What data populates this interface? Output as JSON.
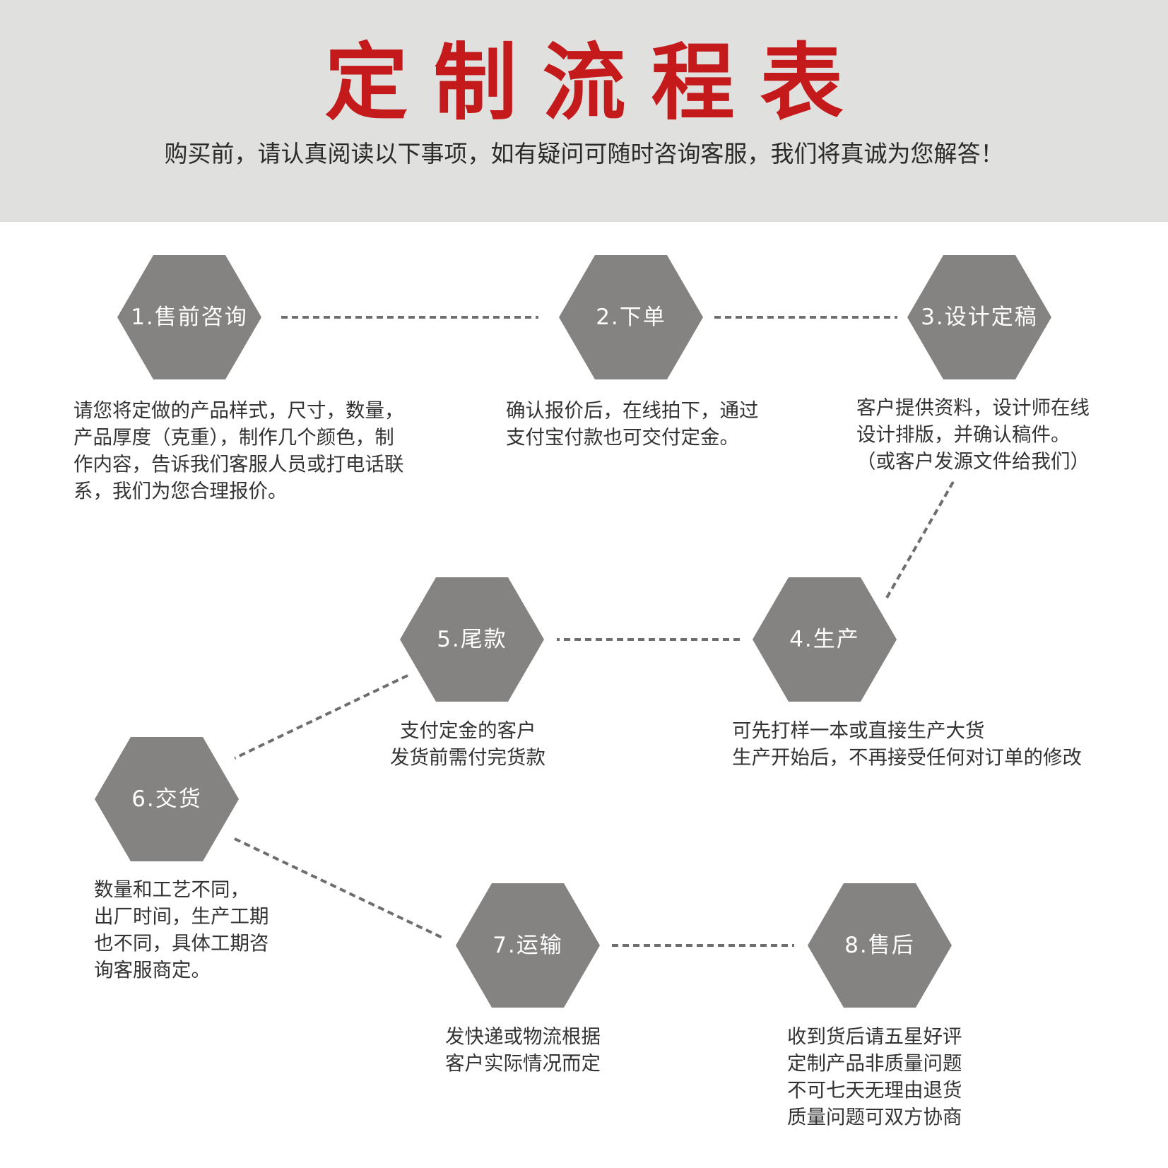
{
  "header": {
    "title": "定制流程表",
    "subtitle": "购买前，请认真阅读以下事项，如有疑问可随时咨询客服，我们将真诚为您解答！"
  },
  "colors": {
    "header_bg": "#e0e0df",
    "title_red": "#c51a1b",
    "hexagon_gray": "#848382",
    "connector_gray": "#6e6e6e",
    "text_dark": "#333333"
  },
  "steps": [
    {
      "label": "1.售前咨询",
      "desc": [
        "请您将定做的产品样式，尺寸，数量，",
        "产品厚度（克重），制作几个颜色，制",
        "作内容，告诉我们客服人员或打电话联",
        "系，我们为您合理报价。"
      ]
    },
    {
      "label": "2.下单",
      "desc": [
        "确认报价后，在线拍下，通过",
        "支付宝付款也可交付定金。"
      ]
    },
    {
      "label": "3.设计定稿",
      "desc": [
        "客户提供资料，设计师在线",
        "设计排版，并确认稿件。",
        "（或客户发源文件给我们）"
      ]
    },
    {
      "label": "4.生产",
      "desc": [
        "可先打样一本或直接生产大货",
        "生产开始后，不再接受任何对订单的修改"
      ]
    },
    {
      "label": "5.尾款",
      "desc": [
        "支付定金的客户",
        "发货前需付完货款"
      ]
    },
    {
      "label": "6.交货",
      "desc": [
        "数量和工艺不同，",
        "出厂时间，生产工期",
        "也不同，具体工期咨",
        "询客服商定。"
      ]
    },
    {
      "label": "7.运输",
      "desc": [
        "发快递或物流根据",
        "客户实际情况而定"
      ]
    },
    {
      "label": "8.售后",
      "desc": [
        "收到货后请五星好评",
        "定制产品非质量问题",
        "不可七天无理由退货",
        "质量问题可双方协商"
      ]
    }
  ]
}
